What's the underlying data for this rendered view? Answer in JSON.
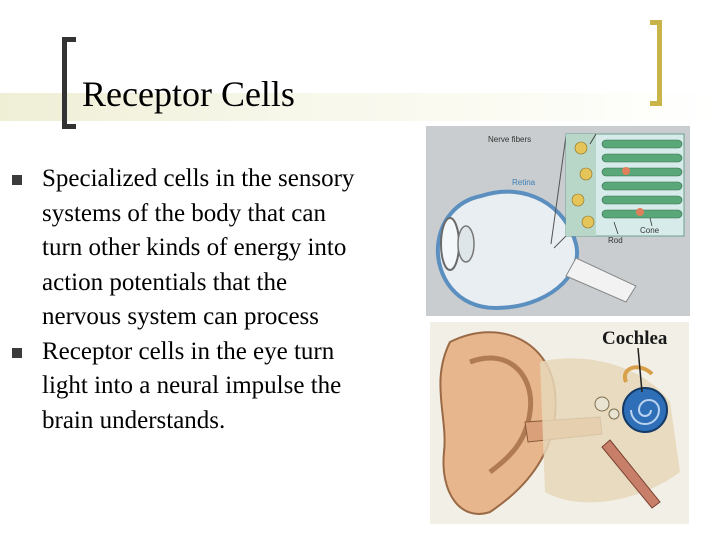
{
  "slide": {
    "title": "Receptor Cells",
    "bullets": [
      "Specialized cells in the sensory systems of the body that can turn other kinds of energy into action potentials that the nervous system can process",
      "Receptor cells in the eye turn light into a neural impulse the brain understands."
    ]
  },
  "eye_diagram": {
    "labels": {
      "nerve_fibers": "Nerve fibers",
      "retina": "Retina",
      "rod": "Rod",
      "cone": "Cone"
    },
    "colors": {
      "retina": "#3c7fb8",
      "cells": "#5aa87a"
    }
  },
  "ear_diagram": {
    "label": "Cochlea",
    "colors": {
      "cochlea": "#2f6fb8",
      "skin": "#e8b68c"
    }
  },
  "colors": {
    "title_band": "#efefd6",
    "left_bracket": "#333333",
    "right_bracket": "#c9b44a",
    "bullet": "#3b3b3b"
  }
}
